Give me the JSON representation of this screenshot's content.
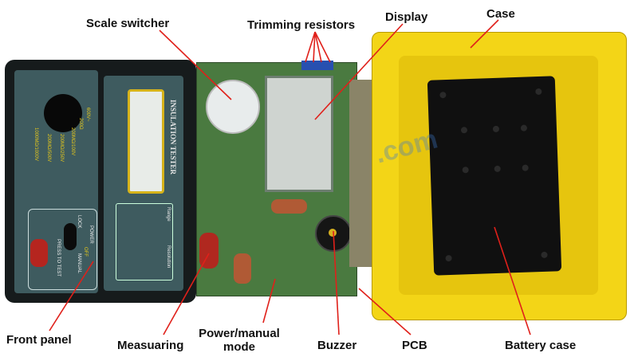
{
  "labels": {
    "scale_switcher": "Scale switcher",
    "trimming_resistors": "Trimming resistors",
    "display": "Display",
    "case": "Case",
    "front_panel": "Front panel",
    "measuring": "Measuaring",
    "power_manual": "Power/manual",
    "power_manual_2": "mode",
    "buzzer": "Buzzer",
    "pcb": "PCB",
    "battery_case": "Battery case"
  },
  "device": {
    "title": "INSULATION TESTER",
    "dial_ranges": [
      "600V~",
      "200Ω",
      "200MΩ/100V",
      "200MΩ/250V",
      "200MΩ/500V",
      "1000MΩ/1000V"
    ],
    "range_header": "Range",
    "resolution_header": "Resolution",
    "power": "POWER",
    "off": "OFF",
    "lock": "LOCK",
    "manual": "MANUAL",
    "press_to_test": "PRESS TO TEST"
  },
  "watermark": ".com",
  "colors": {
    "label_line": "#e0201a",
    "case": "#f3d517",
    "pcb": "#4a7a40"
  }
}
